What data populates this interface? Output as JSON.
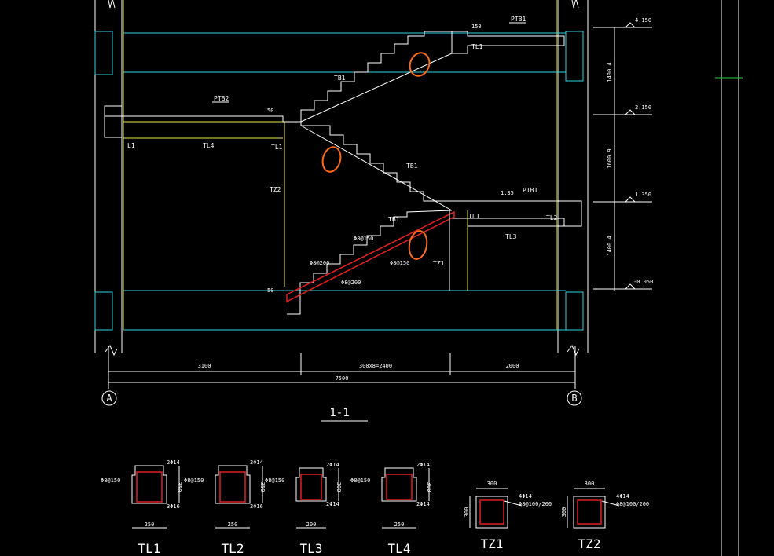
{
  "section_title": "1-1",
  "axes": {
    "left": "A",
    "right": "B"
  },
  "dimensions": {
    "left_span": "3100",
    "middle_span": "300x8=2400",
    "right_span": "2000",
    "total": "7500"
  },
  "levels": {
    "top": "4.150",
    "upper_mid": "2.150",
    "lower_mid": "1.350",
    "bottom": "-0.050"
  },
  "storey_heights": {
    "upper": "1400 4",
    "middle": "1600 9",
    "lower": "1400 4"
  },
  "members": {
    "ptb1_top": "PTB1",
    "ptb2": "PTB2",
    "ptb1_mid": "PTB1",
    "tb1_upper": "TB1",
    "tb1_middle": "TB1",
    "tb1_lower": "TB1",
    "tl1_top": "TL1",
    "tl1_left_a": "L1",
    "tl4": "TL4",
    "tl1_left_b": "TL1",
    "tz2": "TZ2",
    "tl1_mid": "TL1",
    "tl2": "TL2",
    "tl3": "TL3",
    "tz1": "TZ1",
    "mid_landing_level": "1.35"
  },
  "rebar_notes": {
    "n1": "Φ8@150",
    "n2": "Φ8@200",
    "n3": "Φ8@200",
    "n4": "Φ8@150",
    "step_size": "150",
    "landing_offset_a": "50",
    "landing_offset_b": "50"
  },
  "sections": [
    {
      "name": "TL1",
      "width": "250",
      "height": "350",
      "top_bar": "2Φ14",
      "bottom_bar": "3Φ16",
      "stirrup": "Φ8@150"
    },
    {
      "name": "TL2",
      "width": "250",
      "height": "350",
      "top_bar": "2Φ14",
      "bottom_bar": "2Φ16",
      "stirrup": "Φ8@150"
    },
    {
      "name": "TL3",
      "width": "200",
      "height": "300",
      "top_bar": "2Φ14",
      "bottom_bar": "2Φ14",
      "stirrup": "Φ8@150"
    },
    {
      "name": "TL4",
      "width": "250",
      "height": "300",
      "top_bar": "2Φ14",
      "bottom_bar": "2Φ14",
      "stirrup": "Φ8@150"
    }
  ],
  "columns": [
    {
      "name": "TZ1",
      "width": "300",
      "height": "300",
      "main_bar": "4Φ14",
      "stirrup": "Φ8@100/200"
    },
    {
      "name": "TZ2",
      "width": "300",
      "height": "300",
      "main_bar": "4Φ14",
      "stirrup": "Φ8@100/200"
    }
  ],
  "colors": {
    "background": "#000000",
    "line": "#ffffff",
    "beam": "#2fd4e0",
    "slab_edge": "#e8e840",
    "rebar": "#e02020",
    "markup": "#ff6a1a",
    "frame": "#2ecc40"
  }
}
